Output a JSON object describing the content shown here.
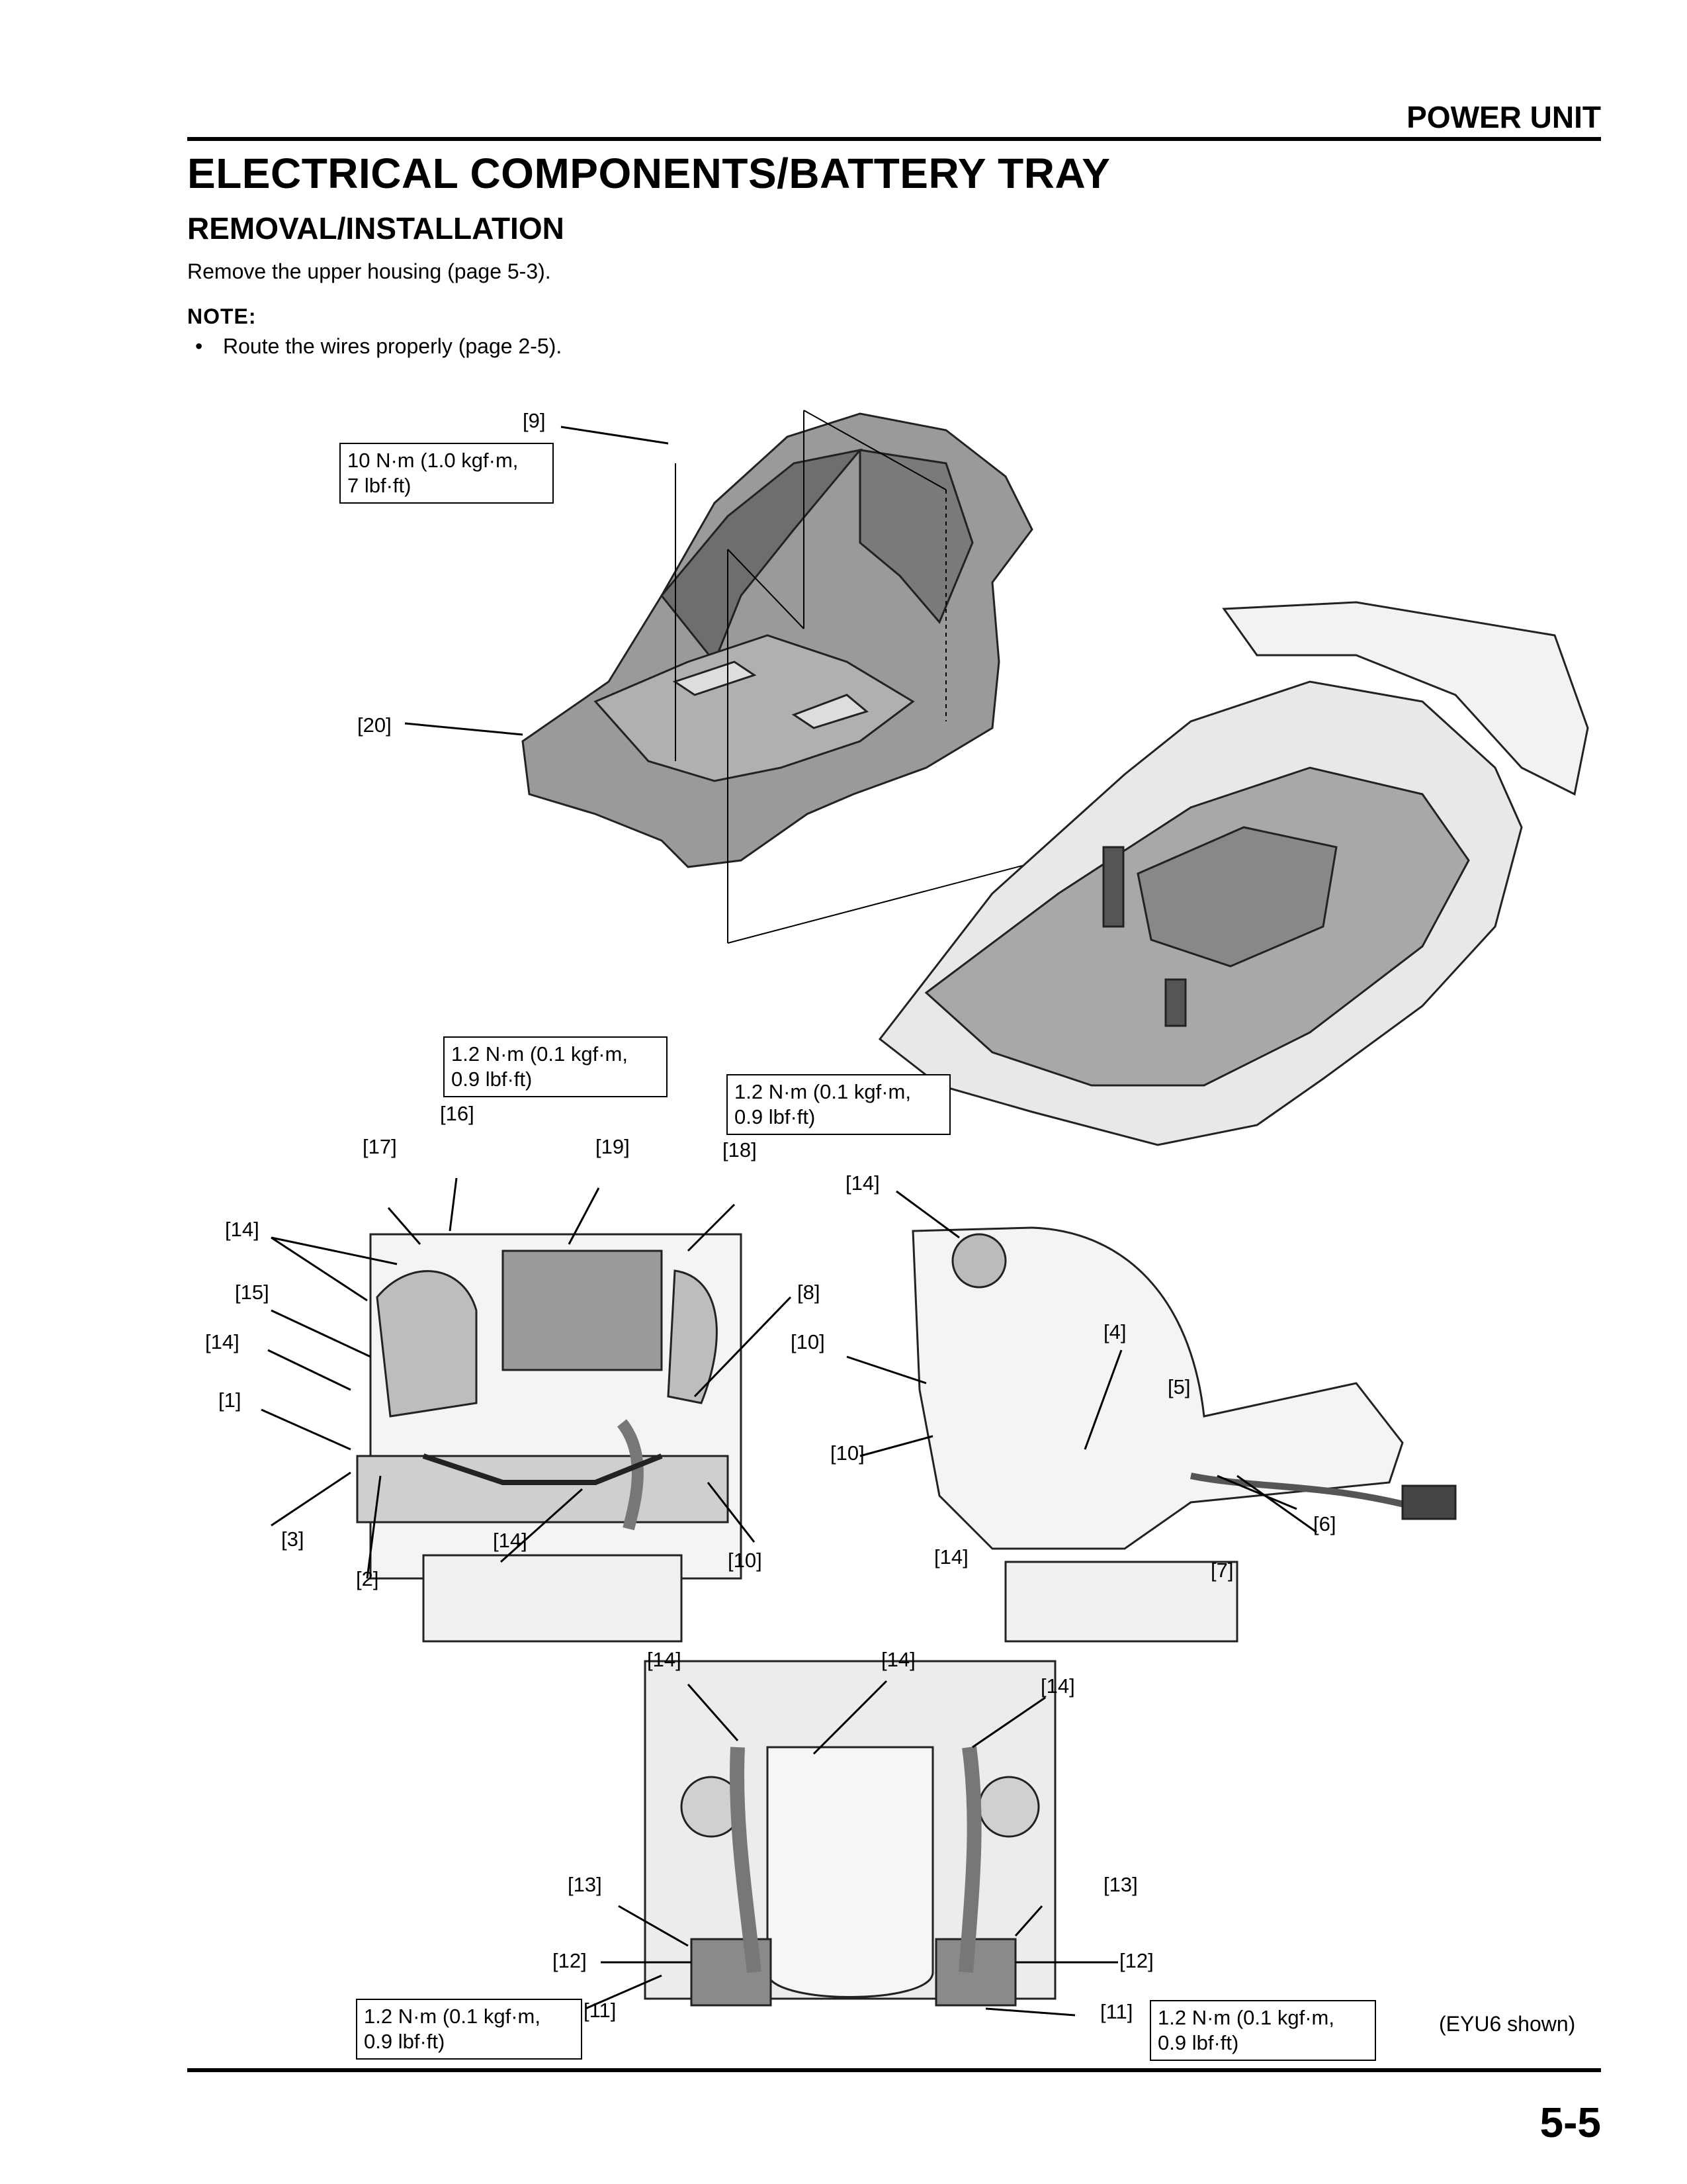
{
  "header": {
    "section": "POWER UNIT"
  },
  "title": "ELECTRICAL COMPONENTS/BATTERY TRAY",
  "subtitle": "REMOVAL/INSTALLATION",
  "intro": "Remove the upper housing (page 5-3).",
  "note_label": "NOTE:",
  "note_items": [
    "Route the wires properly (page 2-5)."
  ],
  "callouts": {
    "c9": "[9]",
    "c20": "[20]",
    "c16": "[16]",
    "c17": "[17]",
    "c19": "[19]",
    "c18": "[18]",
    "c14a": "[14]",
    "c15": "[15]",
    "c14b": "[14]",
    "c1": "[1]",
    "c3": "[3]",
    "c2": "[2]",
    "c14c": "[14]",
    "c10a": "[10]",
    "c8": "[8]",
    "c14d": "[14]",
    "c10b": "[10]",
    "c4": "[4]",
    "c5": "[5]",
    "c10c": "[10]",
    "c6": "[6]",
    "c7": "[7]",
    "c14e": "[14]",
    "c14f": "[14]",
    "c14g": "[14]",
    "c14h": "[14]",
    "c13a": "[13]",
    "c13b": "[13]",
    "c12a": "[12]",
    "c12b": "[12]",
    "c11a": "[11]",
    "c11b": "[11]"
  },
  "torque": {
    "t9": "10 N·m (1.0 kgf·m,\n7 lbf·ft)",
    "t16": "1.2 N·m (0.1 kgf·m,\n0.9 lbf·ft)",
    "t18": "1.2 N·m (0.1 kgf·m,\n0.9 lbf·ft)",
    "t11a": "1.2 N·m (0.1 kgf·m,\n0.9 lbf·ft)",
    "t11b": "1.2 N·m (0.1 kgf·m,\n0.9 lbf·ft)"
  },
  "caption": "(EYU6 shown)",
  "page_number": "5-5"
}
